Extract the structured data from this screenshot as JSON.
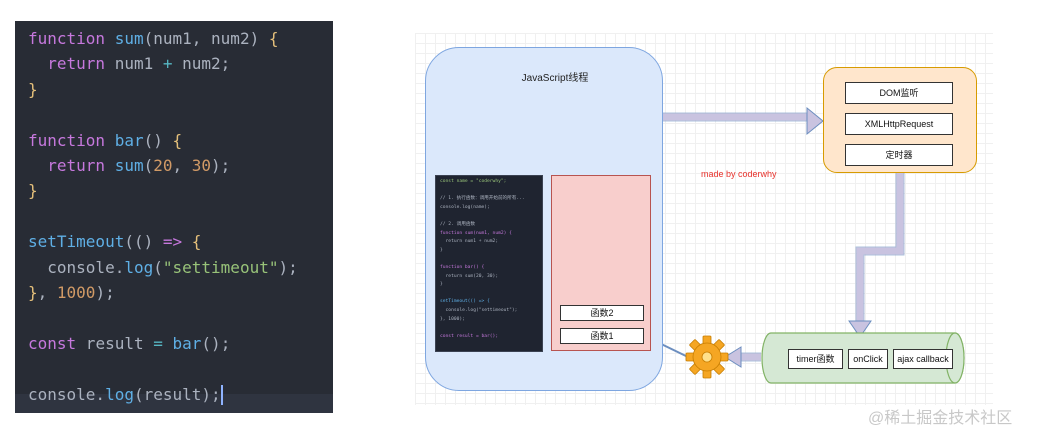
{
  "code_panel": {
    "lines": [
      [
        {
          "t": "function",
          "c": "kw"
        },
        {
          "t": " ",
          "c": "pl"
        },
        {
          "t": "sum",
          "c": "fn"
        },
        {
          "t": "(num1, num2) ",
          "c": "pl"
        },
        {
          "t": "{",
          "c": "brace"
        }
      ],
      [
        {
          "t": "  return ",
          "c": "kw"
        },
        {
          "t": "num1 ",
          "c": "pl"
        },
        {
          "t": "+",
          "c": "op"
        },
        {
          "t": " num2;",
          "c": "pl"
        }
      ],
      [
        {
          "t": "}",
          "c": "brace"
        }
      ],
      [],
      [
        {
          "t": "function",
          "c": "kw"
        },
        {
          "t": " ",
          "c": "pl"
        },
        {
          "t": "bar",
          "c": "fn"
        },
        {
          "t": "() ",
          "c": "pl"
        },
        {
          "t": "{",
          "c": "brace"
        }
      ],
      [
        {
          "t": "  return ",
          "c": "kw"
        },
        {
          "t": "sum",
          "c": "fn"
        },
        {
          "t": "(",
          "c": "pl"
        },
        {
          "t": "20",
          "c": "num"
        },
        {
          "t": ", ",
          "c": "pl"
        },
        {
          "t": "30",
          "c": "num"
        },
        {
          "t": ");",
          "c": "pl"
        }
      ],
      [
        {
          "t": "}",
          "c": "brace"
        }
      ],
      [],
      [
        {
          "t": "setTimeout",
          "c": "fn"
        },
        {
          "t": "(() ",
          "c": "pl"
        },
        {
          "t": "=>",
          "c": "kw"
        },
        {
          "t": " ",
          "c": "pl"
        },
        {
          "t": "{",
          "c": "brace"
        }
      ],
      [
        {
          "t": "  console.",
          "c": "pl"
        },
        {
          "t": "log",
          "c": "fn"
        },
        {
          "t": "(",
          "c": "pl"
        },
        {
          "t": "\"settimeout\"",
          "c": "str"
        },
        {
          "t": ");",
          "c": "pl"
        }
      ],
      [
        {
          "t": "}",
          "c": "brace"
        },
        {
          "t": ", ",
          "c": "pl"
        },
        {
          "t": "1000",
          "c": "num"
        },
        {
          "t": ");",
          "c": "pl"
        }
      ],
      [],
      [
        {
          "t": "const",
          "c": "kw"
        },
        {
          "t": " result ",
          "c": "pl"
        },
        {
          "t": "=",
          "c": "op"
        },
        {
          "t": " ",
          "c": "pl"
        },
        {
          "t": "bar",
          "c": "fn"
        },
        {
          "t": "();",
          "c": "pl"
        }
      ],
      [],
      [
        {
          "t": "console.",
          "c": "pl"
        },
        {
          "t": "log",
          "c": "fn"
        },
        {
          "t": "(result);",
          "c": "pl"
        }
      ]
    ]
  },
  "diagram": {
    "js_thread_title": "JavaScript线程",
    "mini_code_lines": [
      {
        "t": "const name = \"coderwhy\";",
        "c": "str"
      },
      {
        "t": "",
        "c": "pl"
      },
      {
        "t": "// 1. 执行函数：调用开始前的所有...",
        "c": "pl"
      },
      {
        "t": "console.log(name);",
        "c": "pl"
      },
      {
        "t": "",
        "c": "pl"
      },
      {
        "t": "// 2. 调用函数",
        "c": "pl"
      },
      {
        "t": "function sum(num1, num2) {",
        "c": "kw"
      },
      {
        "t": "  return num1 + num2;",
        "c": "pl"
      },
      {
        "t": "}",
        "c": "pl"
      },
      {
        "t": "",
        "c": "pl"
      },
      {
        "t": "function bar() {",
        "c": "kw"
      },
      {
        "t": "  return sum(20, 30);",
        "c": "pl"
      },
      {
        "t": "}",
        "c": "pl"
      },
      {
        "t": "",
        "c": "pl"
      },
      {
        "t": "setTimeout(() => {",
        "c": "fn"
      },
      {
        "t": "  console.log(\"settimeout\");",
        "c": "pl"
      },
      {
        "t": "}, 1000);",
        "c": "pl"
      },
      {
        "t": "",
        "c": "pl"
      },
      {
        "t": "const result = bar();",
        "c": "kw"
      }
    ],
    "call_stack": [
      "函数2",
      "函数1"
    ],
    "web_api_items": [
      "DOM监听",
      "XMLHttpRequest",
      "定时器"
    ],
    "credit": "made by coderwhy",
    "queue_items": [
      "timer函数",
      "onClick",
      "ajax callback"
    ]
  },
  "watermark": "@稀土掘金技术社区",
  "colors": {
    "code_bg": "#282c35",
    "js_thread_fill": "#dbe8fb",
    "stack_fill": "#f8cecc",
    "web_api_fill": "#ffe6cc",
    "queue_fill": "#d5e8d4",
    "arrow_fill": "#c9c3e0",
    "credit_red": "#e8322c"
  }
}
